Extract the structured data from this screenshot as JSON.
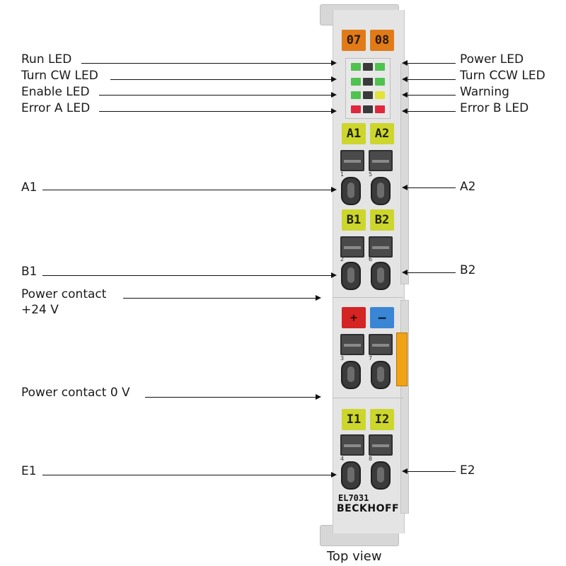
{
  "left_labels": {
    "run_led": "Run LED",
    "turn_cw_led": "Turn CW LED",
    "enable_led": "Enable LED",
    "error_a_led": "Error A LED",
    "a1": "A1",
    "b1": "B1",
    "power_contact_24v": "Power contact\n+24 V",
    "power_contact_0v": "Power contact 0 V",
    "e1": "E1"
  },
  "right_labels": {
    "power_led": "Power LED",
    "turn_ccw_led": "Turn CCW LED",
    "warning": "Warning",
    "error_b_led": "Error B LED",
    "a2": "A2",
    "b2": "B2",
    "e2": "E2"
  },
  "terminal": {
    "badges": {
      "b07": "07",
      "b08": "08",
      "a1": "A1",
      "a2": "A2",
      "b1": "B1",
      "b2": "B2",
      "plus": "+",
      "minus": "−",
      "i1": "I1",
      "i2": "I2"
    },
    "pins": [
      "1",
      "5",
      "2",
      "6",
      "3",
      "7",
      "4",
      "8"
    ],
    "product": "EL7031",
    "brand": "BECKHOFF",
    "led_colors": {
      "green": "#4fc24f",
      "yellow": "#e2e23a",
      "red": "#e0283c",
      "dark": "#3a3a3a"
    }
  },
  "caption": "Top view"
}
